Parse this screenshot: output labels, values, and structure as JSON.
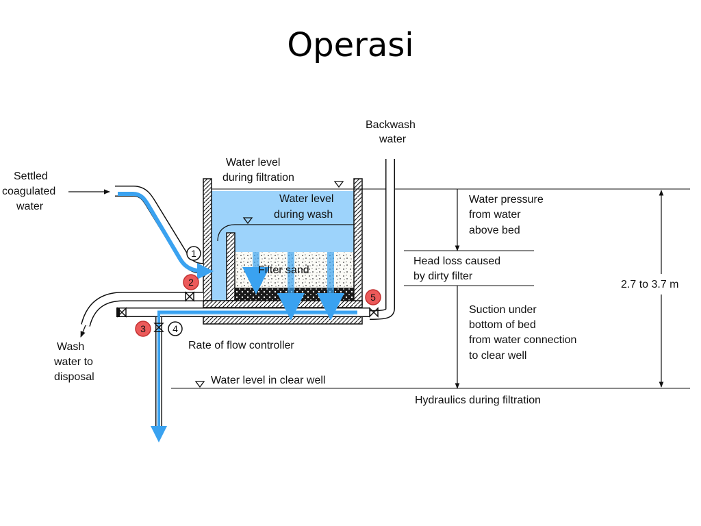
{
  "title": "Operasi",
  "labels": {
    "settled_1": "Settled",
    "settled_2": "coagulated",
    "settled_3": "water",
    "backwash_1": "Backwash",
    "backwash_2": "water",
    "wl_filt_1": "Water level",
    "wl_filt_2": "during filtration",
    "wl_wash_1": "Water level",
    "wl_wash_2": "during wash",
    "filter_sand": "Filter sand",
    "wash_1": "Wash",
    "wash_2": "water to",
    "wash_3": "disposal",
    "rate_flow": "Rate of flow controller",
    "clear_well": "Water level in clear well",
    "pressure_1": "Water pressure",
    "pressure_2": "from water",
    "pressure_3": "above bed",
    "headloss_1": "Head loss caused",
    "headloss_2": "by dirty filter",
    "suction_1": "Suction under",
    "suction_2": "bottom of bed",
    "suction_3": "from water connection",
    "suction_4": "to clear well",
    "hydraulics": "Hydraulics during filtration",
    "height": "2.7 to 3.7 m"
  },
  "valves": {
    "v1": "1",
    "v2": "2",
    "v3": "3",
    "v4": "4",
    "v5": "5"
  },
  "colors": {
    "water_fill": "#9dd3fb",
    "flow_arrow": "#3aa2f0",
    "valve_red": "#ec5a5a"
  }
}
